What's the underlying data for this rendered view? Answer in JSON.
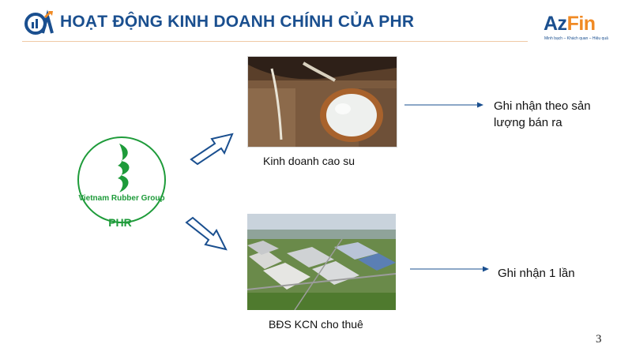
{
  "header": {
    "title": "HOẠT ĐỘNG KINH DOANH CHÍNH CỦA PHR"
  },
  "brand": {
    "name_part1": "Az",
    "name_part2": "Fin",
    "tagline": "Minh bạch – Khách quan – Hiệu quả"
  },
  "company_logo": {
    "ring_text": "Vietnam Rubber Group",
    "ticker": "PHR"
  },
  "items": [
    {
      "caption": "Kinh doanh cao su",
      "note": "Ghi nhận theo sản lượng bán ra"
    },
    {
      "caption": "BĐS KCN cho thuê",
      "note": "Ghi nhận 1 lần"
    }
  ],
  "page_number": "3",
  "colors": {
    "title": "#1a4f8f",
    "accent": "#f08a24",
    "green": "#1e9b3a",
    "arrow": "#1a4f8f"
  }
}
